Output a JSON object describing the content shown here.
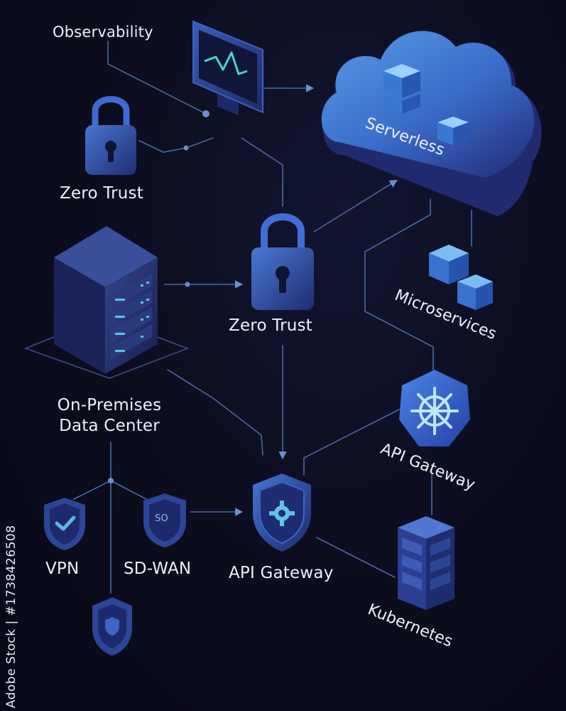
{
  "colors": {
    "background": "#0c0d1e",
    "edge": "#4a6aa8",
    "accent": "#5aa8e8",
    "icon_dark": "#22347a",
    "icon_light": "#4f7fd6",
    "text": "#eef1fb"
  },
  "diagram": {
    "nodes": [
      {
        "id": "observability",
        "label": "Observability",
        "icon": "monitor-icon"
      },
      {
        "id": "zero_trust_top",
        "label": "Zero Trust",
        "icon": "padlock-icon"
      },
      {
        "id": "serverless",
        "label": "Serverless",
        "icon": "cloud-icon"
      },
      {
        "id": "zero_trust_center",
        "label": "Zero Trust",
        "icon": "padlock-icon"
      },
      {
        "id": "on_prem",
        "label_line1": "On-Premises",
        "label_line2": "Data Center",
        "icon": "server-rack-icon"
      },
      {
        "id": "microservices",
        "label": "Microservices",
        "icon": "cubes-icon"
      },
      {
        "id": "api_gateway_right",
        "label": "API Gateway",
        "icon": "kubernetes-helm-icon"
      },
      {
        "id": "api_gateway_center",
        "label": "API Gateway",
        "icon": "shield-gear-icon"
      },
      {
        "id": "vpn",
        "label": "VPN",
        "icon": "shield-check-icon"
      },
      {
        "id": "sdwan",
        "label": "SD-WAN",
        "icon": "shield-icon",
        "badge": "SO"
      },
      {
        "id": "kubernetes",
        "label": "Kubernetes",
        "icon": "server-stack-icon"
      },
      {
        "id": "shield_bottom",
        "label": "",
        "icon": "shield-icon"
      }
    ],
    "edges": [
      {
        "from": "observability",
        "to": "serverless"
      },
      {
        "from": "zero_trust_center",
        "to": "zero_trust_top"
      },
      {
        "from": "zero_trust_center",
        "to": "serverless"
      },
      {
        "from": "on_prem",
        "to": "zero_trust_center"
      },
      {
        "from": "zero_trust_center",
        "to": "api_gateway_center"
      },
      {
        "from": "sdwan",
        "to": "api_gateway_center"
      },
      {
        "from": "api_gateway_right",
        "to": "serverless"
      },
      {
        "from": "api_gateway_center",
        "to": "api_gateway_right"
      },
      {
        "from": "api_gateway_right",
        "to": "kubernetes"
      },
      {
        "from": "api_gateway_center",
        "to": "kubernetes"
      },
      {
        "from": "on_prem",
        "to": "vpn"
      },
      {
        "from": "on_prem",
        "to": "sdwan"
      },
      {
        "from": "on_prem",
        "to": "shield_bottom"
      }
    ]
  },
  "watermark": {
    "text": "Adobe Stock | #1738426508"
  }
}
